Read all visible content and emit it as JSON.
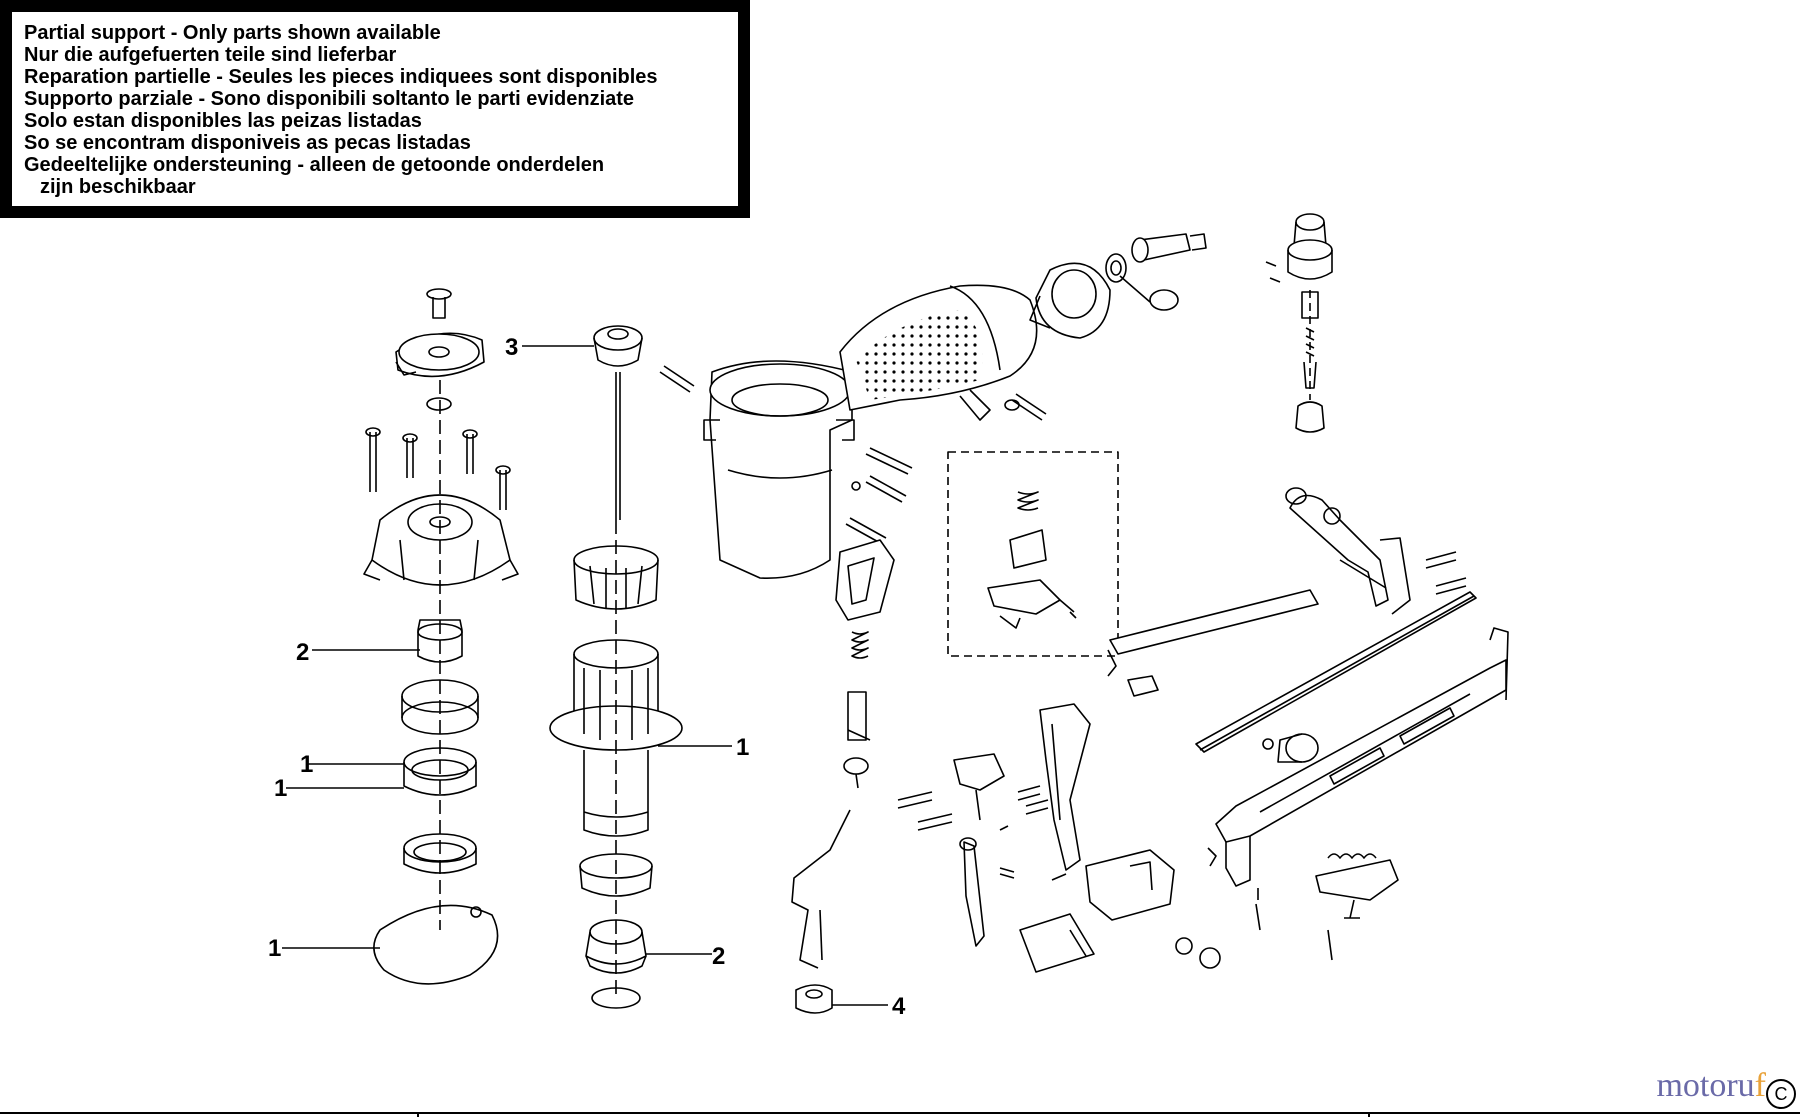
{
  "notice": {
    "lines": [
      "Partial support - Only parts shown available",
      "Nur die aufgefuerten teile sind lieferbar",
      "Reparation partielle - Seules les pieces indiquees sont disponibles",
      "Supporto parziale - Sono disponibili soltanto le parti evidenziate",
      "Solo estan disponibles las peizas listadas",
      "So se encontram disponiveis as pecas listadas",
      "Gedeeltelijke ondersteuning - alleen de getoonde onderdelen",
      "zijn beschikbaar"
    ]
  },
  "callouts": {
    "c3": "3",
    "c2_left": "2",
    "c1_a": "1",
    "c1_b": "1",
    "c1_c": "1",
    "c1_right": "1",
    "c2_right": "2",
    "c4": "4"
  },
  "watermark": {
    "main": "motoru",
    "accent": "f"
  },
  "copyright_symbol": "C"
}
